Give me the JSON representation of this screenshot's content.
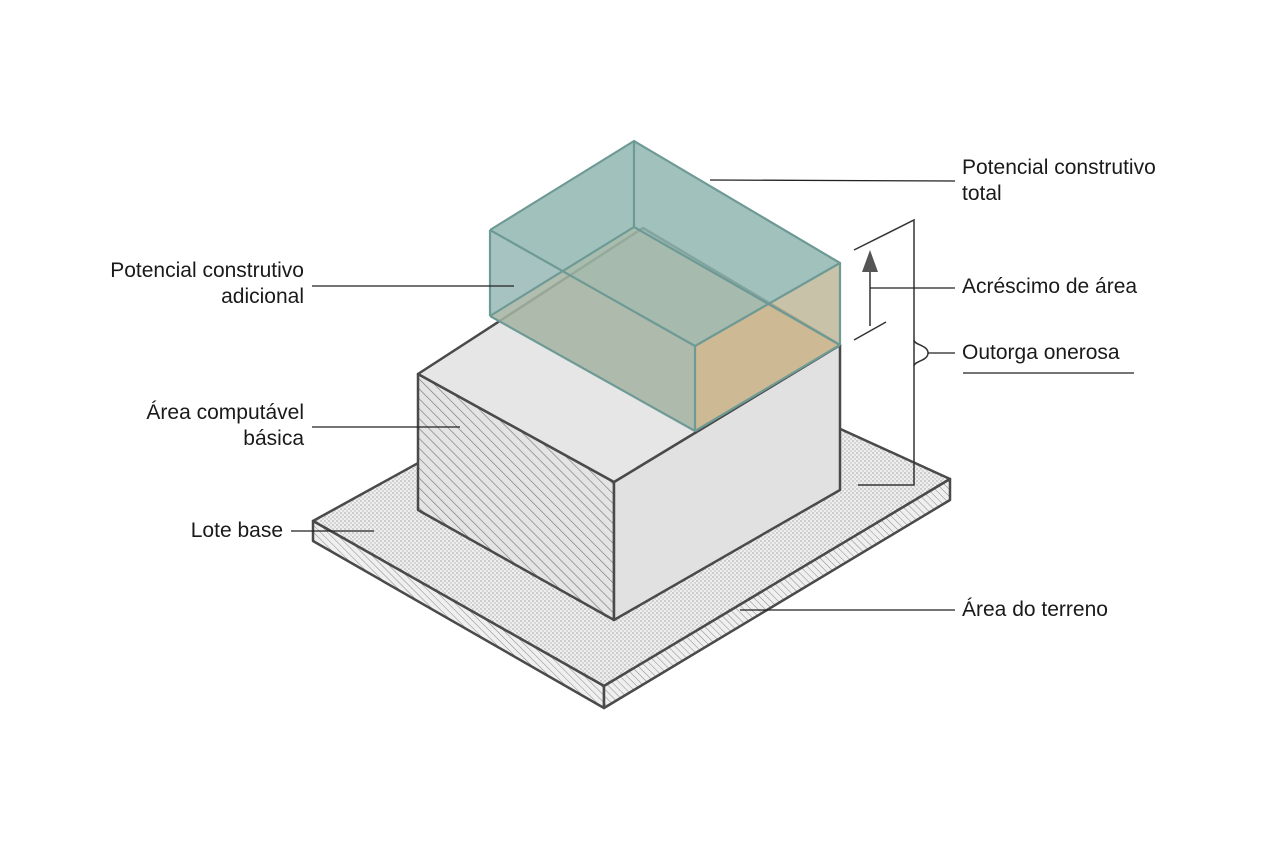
{
  "labels": {
    "potencial_total": [
      "Potencial construtivo",
      "total"
    ],
    "potencial_adicional": [
      "Potencial construtivo",
      "adicional"
    ],
    "acrescimo": "Acréscimo de área",
    "outorga": "Outorga onerosa",
    "area_computavel": [
      "Área computável",
      "básica"
    ],
    "lote_base": "Lote base",
    "area_terreno": "Área do terreno"
  },
  "colors": {
    "glass": "#8fb5b1",
    "glass_edge": "#6e9a95",
    "overlap": "#c9b48a",
    "block_top": "#e6e6e6",
    "block_right": "#e1e1e1",
    "stroke": "#4a4a4a"
  }
}
